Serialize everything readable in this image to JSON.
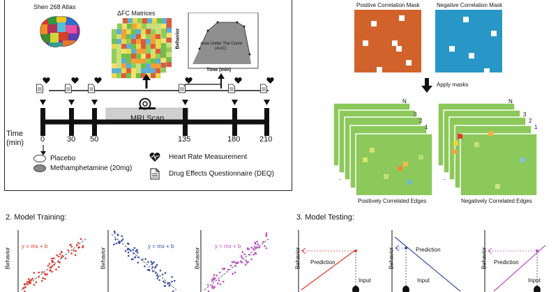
{
  "atlas_label": "Shen 268 Atlas",
  "dfc_label": "ΔFC Matrices",
  "auc_plot": {
    "ylabel": "Behavior",
    "xlabel": "Time (min)",
    "annotation_line1": "Area Under The Curve",
    "annotation_line2": "(AUC)"
  },
  "timeline": {
    "axis_label_line1": "Time",
    "axis_label_line2": "(min)",
    "ticks": [
      "0",
      "30",
      "50",
      "135",
      "180",
      "210"
    ],
    "scan_label": "MRI Scan"
  },
  "legend": {
    "placebo": "Placebo",
    "meth": "Methamphetamine (20mg)",
    "heart": "Heart Rate Measurement",
    "deq": "Drug Effects Questionnaire (DEQ)"
  },
  "masks": {
    "positive_title": "Positive Correlation Mask",
    "negative_title": "Negative Correlation Mask",
    "positive_color": "#d2622b",
    "negative_color": "#2896c6",
    "apply_label": "Apply masks",
    "stack_n": "N",
    "stack_3": "3",
    "stack_2": "2",
    "stack_1": "1",
    "ellipsis": "..",
    "pos_edges_label": "Positively Correlated Edges",
    "neg_edges_label": "Negatively Correlated  Edges"
  },
  "training": {
    "title": "2. Model Training:",
    "ylabel": "Behavior",
    "equation": "y = mx + b",
    "colors": [
      "#e0352b",
      "#3b4fa8",
      "#c04fc4"
    ]
  },
  "testing": {
    "title": "3. Model Testing:",
    "ylabel": "Behavior",
    "prediction": "Prediction",
    "input": "Input"
  }
}
